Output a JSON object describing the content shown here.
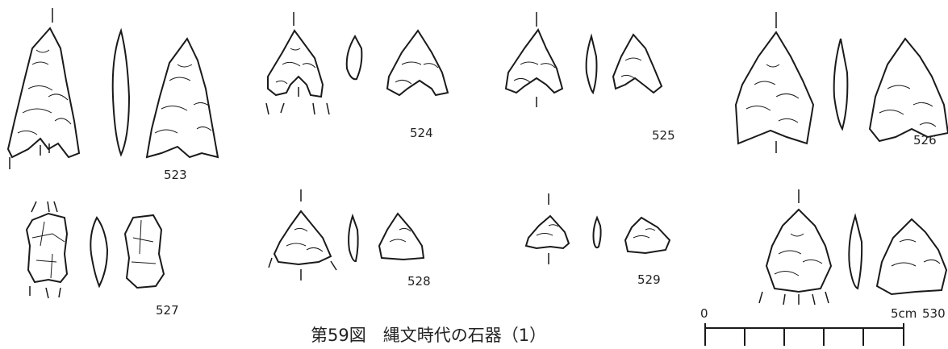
{
  "figure": {
    "caption": "第59図　縄文時代の石器（1）"
  },
  "artifacts": [
    {
      "id": "523",
      "label": "523"
    },
    {
      "id": "524",
      "label": "524"
    },
    {
      "id": "525",
      "label": "525"
    },
    {
      "id": "526",
      "label": "526"
    },
    {
      "id": "527",
      "label": "527"
    },
    {
      "id": "528",
      "label": "528"
    },
    {
      "id": "529",
      "label": "529"
    },
    {
      "id": "530",
      "label": "530"
    }
  ],
  "scale_bar": {
    "start_label": "0",
    "end_label": "5cm"
  },
  "colors": {
    "ink": "#1a1a1a",
    "paper": "#ffffff"
  }
}
